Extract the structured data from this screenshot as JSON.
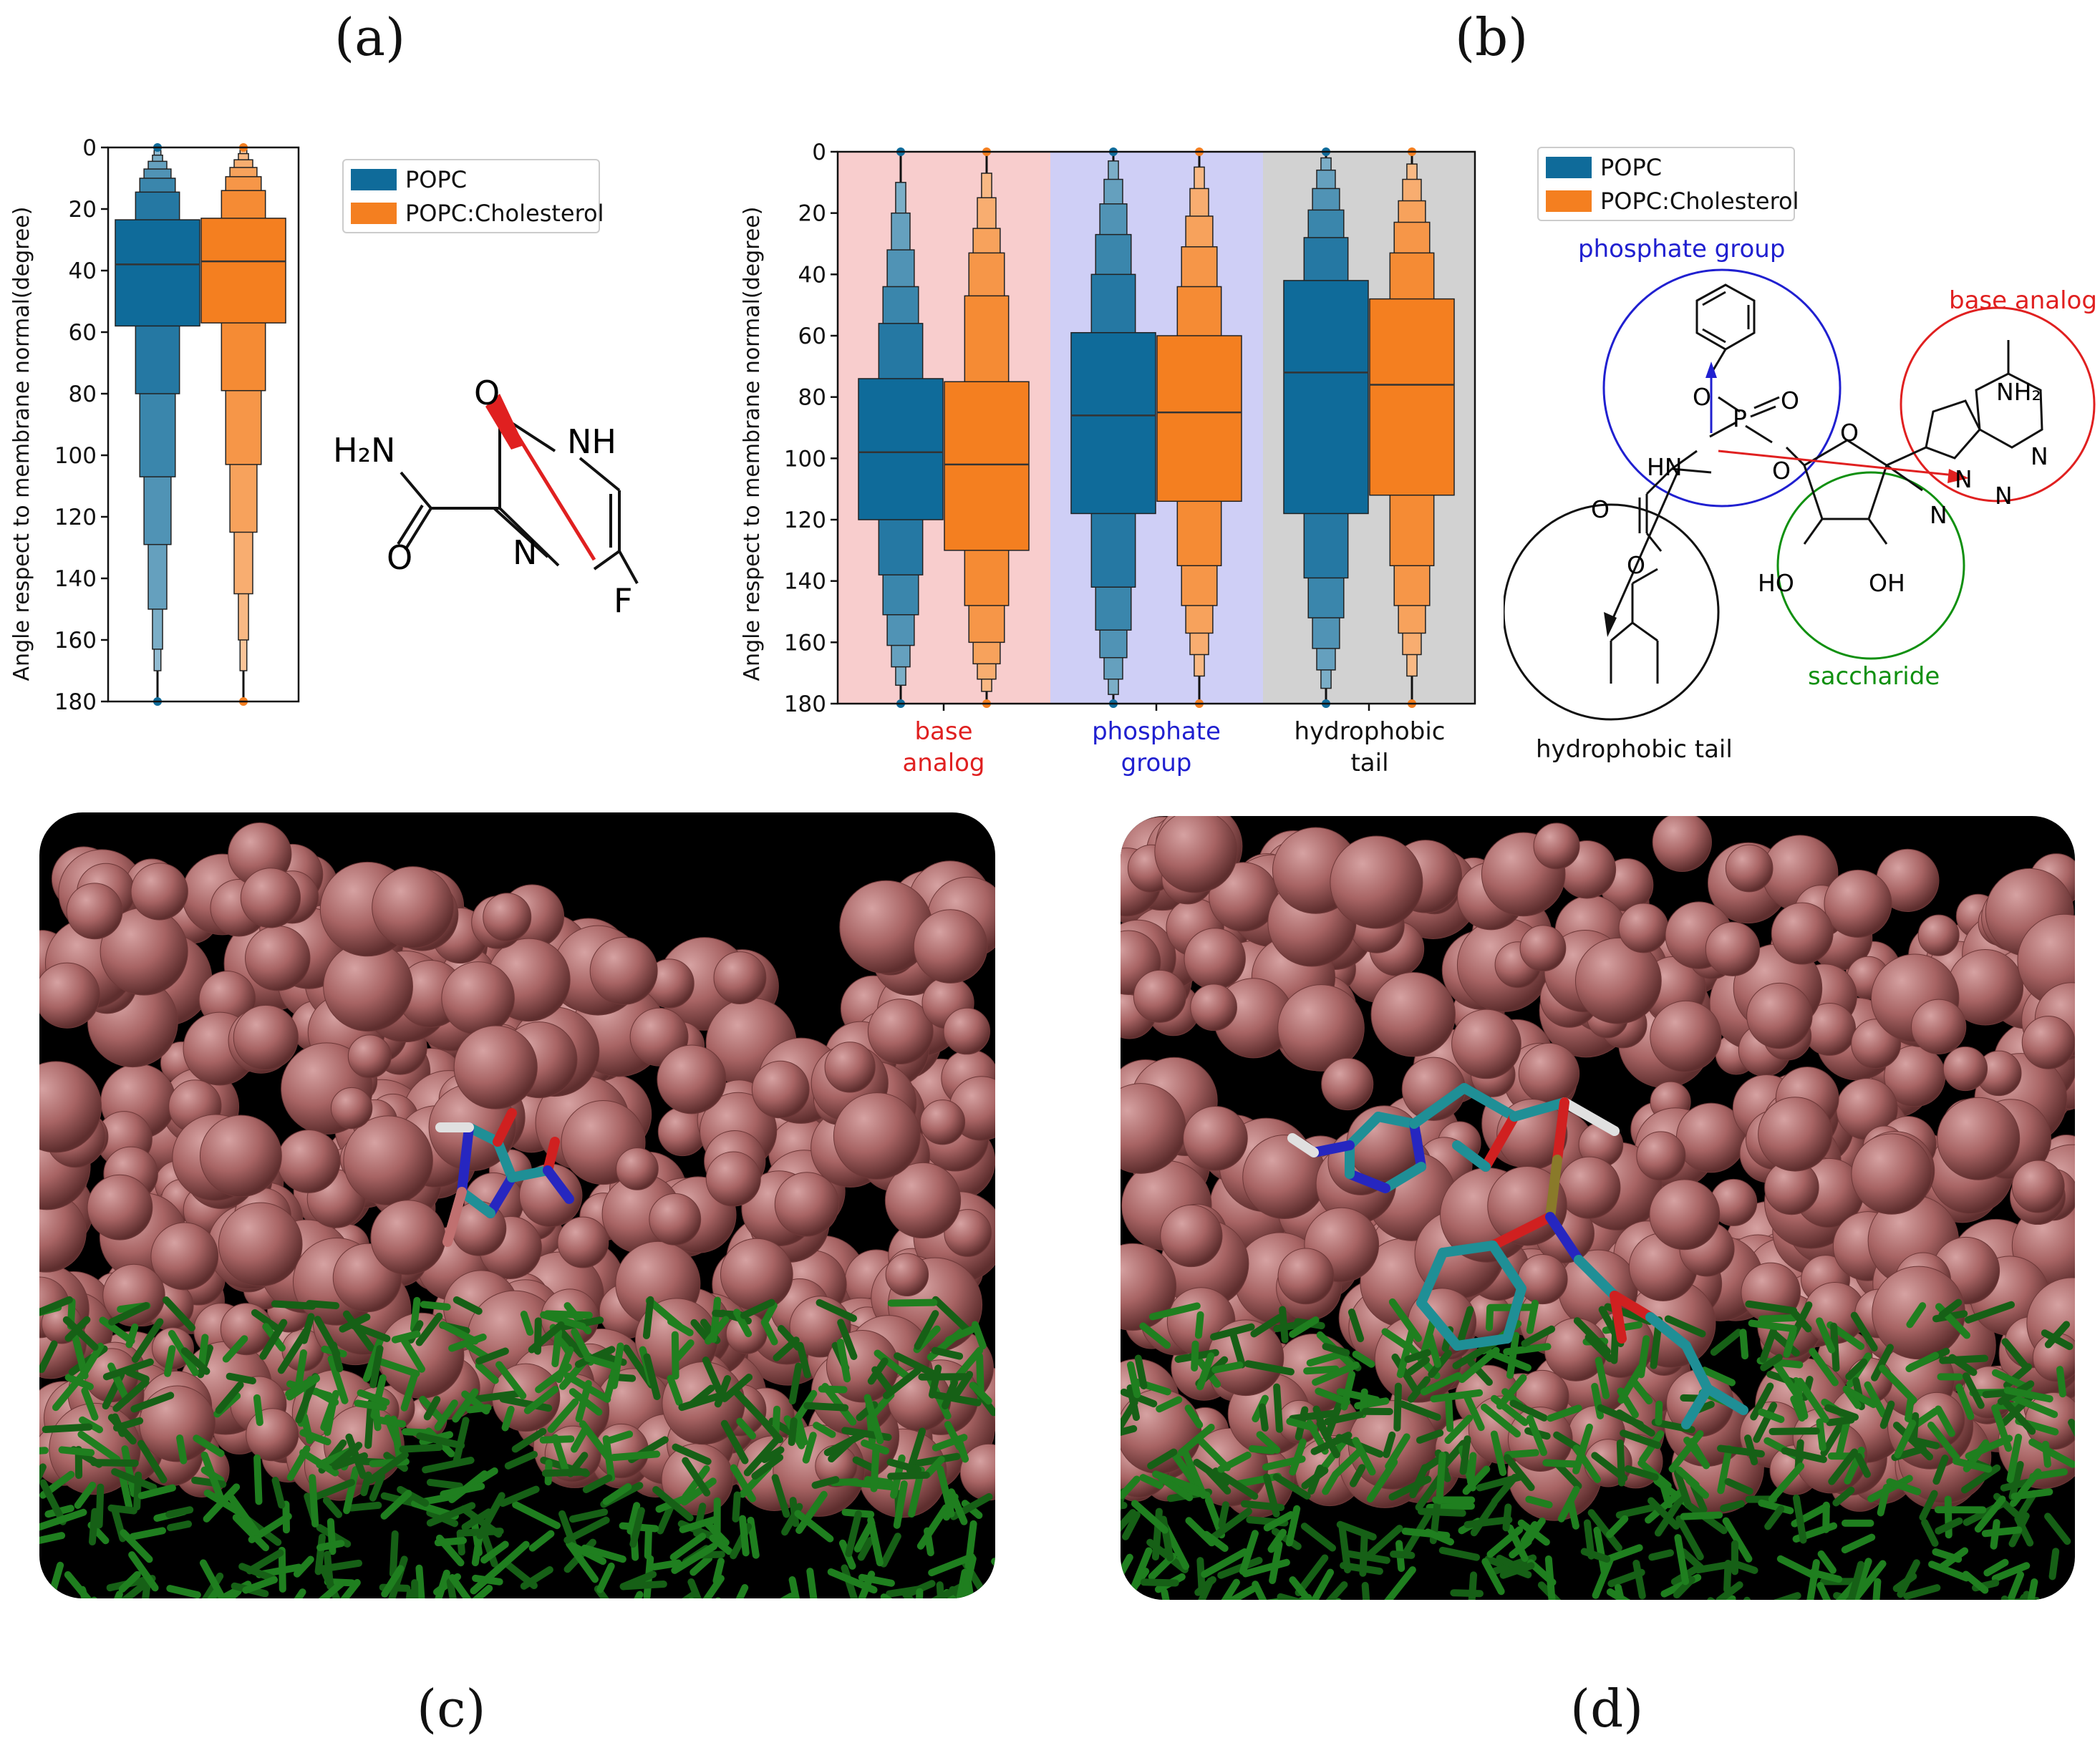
{
  "panels": {
    "a": "(a)",
    "b": "(b)",
    "c": "(c)",
    "d": "(d)"
  },
  "colors": {
    "popc": "#0f6b9a",
    "chol": "#f47f20",
    "base_bg": "#f8cdcd",
    "phos_bg": "#cfcff6",
    "tail_bg": "#d2d2d2",
    "red": "#e02020",
    "blue": "#2020d0",
    "green": "#109010",
    "lipid_head": "#a86464",
    "lipid_tail": "#1f7f1f",
    "drug_carbon": "#1f8f96"
  },
  "chart_data": [
    {
      "type": "boxen",
      "panel": "a",
      "ylabel": "Angle respect to membrane normal(degree)",
      "ylim": [
        0,
        180
      ],
      "y_inverted": true,
      "yticks": [
        0,
        20,
        40,
        60,
        80,
        100,
        120,
        140,
        160,
        180
      ],
      "legend": [
        "POPC",
        "POPC:Cholesterol"
      ],
      "series": [
        {
          "name": "POPC",
          "median": 38,
          "levels": [
            [
              23.5,
              58
            ],
            [
              14.5,
              80
            ],
            [
              10,
              107
            ],
            [
              7,
              129
            ],
            [
              4.5,
              150
            ],
            [
              2.5,
              163
            ],
            [
              1,
              170
            ],
            [
              0,
              180
            ]
          ]
        },
        {
          "name": "POPC:Cholesterol",
          "median": 37,
          "levels": [
            [
              23,
              57
            ],
            [
              14,
              79
            ],
            [
              9.5,
              103
            ],
            [
              6.5,
              125
            ],
            [
              4,
              145
            ],
            [
              2,
              160
            ],
            [
              0.5,
              170
            ],
            [
              0,
              180
            ]
          ]
        }
      ]
    },
    {
      "type": "boxen",
      "panel": "b",
      "ylabel": "Angle respect to membrane normal(degree)",
      "ylim": [
        0,
        180
      ],
      "y_inverted": true,
      "yticks": [
        0,
        20,
        40,
        60,
        80,
        100,
        120,
        140,
        160,
        180
      ],
      "categories": [
        "base analog",
        "phosphate group",
        "hydrophobic tail"
      ],
      "legend": [
        "POPC",
        "POPC:Cholesterol"
      ],
      "series": [
        {
          "name": "POPC",
          "groups": [
            {
              "median": 98,
              "levels": [
                [
                  74,
                  120
                ],
                [
                  56,
                  138
                ],
                [
                  44,
                  151
                ],
                [
                  32,
                  161
                ],
                [
                  20,
                  168
                ],
                [
                  10,
                  174
                ],
                [
                  0,
                  180
                ]
              ]
            },
            {
              "median": 86,
              "levels": [
                [
                  59,
                  118
                ],
                [
                  40,
                  142
                ],
                [
                  27,
                  156
                ],
                [
                  17,
                  165
                ],
                [
                  9,
                  172
                ],
                [
                  3,
                  177
                ],
                [
                  0,
                  180
                ]
              ]
            },
            {
              "median": 72,
              "levels": [
                [
                  42,
                  118
                ],
                [
                  28,
                  139
                ],
                [
                  19,
                  152
                ],
                [
                  12,
                  162
                ],
                [
                  6,
                  169
                ],
                [
                  2,
                  175
                ],
                [
                  0,
                  180
                ]
              ]
            }
          ]
        },
        {
          "name": "POPC:Cholesterol",
          "groups": [
            {
              "median": 102,
              "levels": [
                [
                  75,
                  130
                ],
                [
                  47,
                  148
                ],
                [
                  33,
                  160
                ],
                [
                  25,
                  167
                ],
                [
                  15,
                  172
                ],
                [
                  7,
                  176
                ],
                [
                  0,
                  180
                ]
              ]
            },
            {
              "median": 85,
              "levels": [
                [
                  60,
                  114
                ],
                [
                  44,
                  135
                ],
                [
                  31,
                  148
                ],
                [
                  21,
                  157
                ],
                [
                  12,
                  164
                ],
                [
                  5,
                  171
                ],
                [
                  0,
                  180
                ]
              ]
            },
            {
              "median": 76,
              "levels": [
                [
                  48,
                  112
                ],
                [
                  33,
                  135
                ],
                [
                  23,
                  148
                ],
                [
                  16,
                  157
                ],
                [
                  9,
                  164
                ],
                [
                  4,
                  171
                ],
                [
                  0,
                  180
                ]
              ]
            }
          ]
        }
      ]
    }
  ],
  "structure_a": {
    "h2n": "H₂N",
    "o_top": "O",
    "nh": "NH",
    "o_bottom": "O",
    "n": "N",
    "f": "F"
  },
  "structure_b": {
    "phosphate_group": "phosphate group",
    "base_analog": "base analog",
    "saccharide": "saccharide",
    "hydrophobic_tail": "hydrophobic tail",
    "nh2": "NH₂",
    "n1": "N",
    "n2": "N",
    "n3": "N",
    "o1": "O",
    "p": "P",
    "o2": "O",
    "hn": "HN",
    "o3": "O",
    "o4": "O",
    "o5": "O",
    "o6": "O",
    "cn": "N",
    "ho1": "HO",
    "ho2": "OH"
  }
}
